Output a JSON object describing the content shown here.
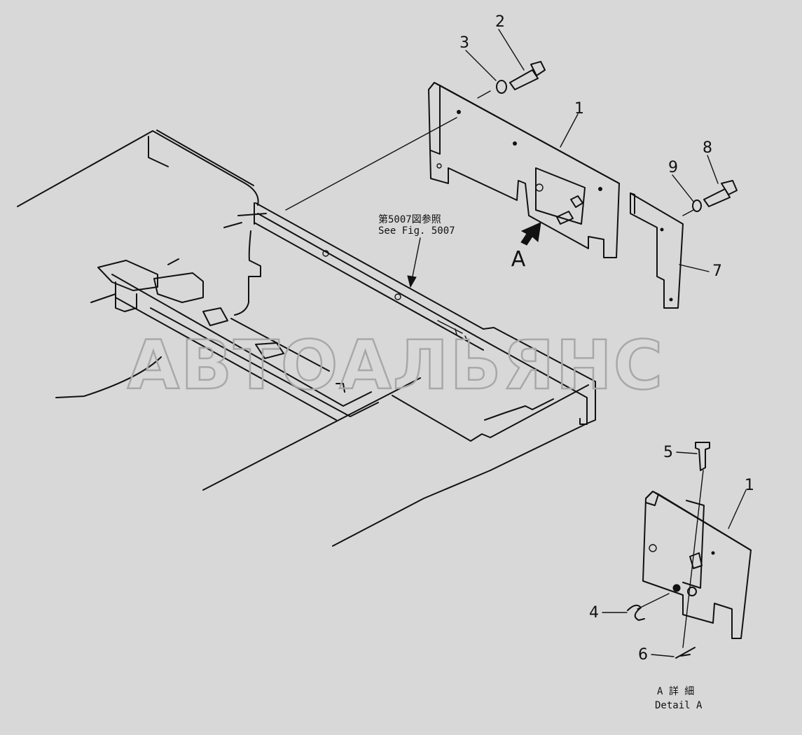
{
  "watermark": "АВТОАЛЬЯНС",
  "callouts": {
    "c1": "1",
    "c2": "2",
    "c3": "3",
    "c4": "4",
    "c5": "5",
    "c6": "6",
    "c7": "7",
    "c8": "8",
    "c9": "9",
    "c1b": "1",
    "view_a": "A"
  },
  "reference_note": {
    "line1": "第5007図参照",
    "line2": "See Fig. 5007"
  },
  "detail_caption": {
    "line1": "A 詳 細",
    "line2": "Detail A"
  }
}
